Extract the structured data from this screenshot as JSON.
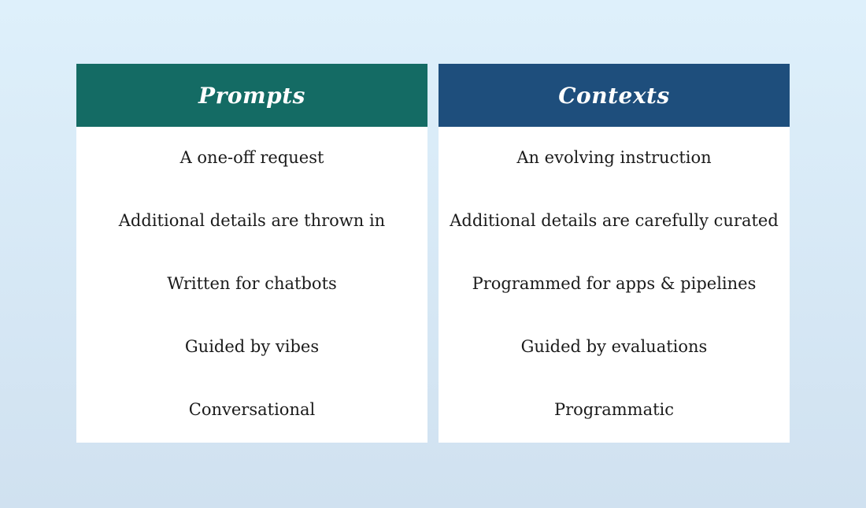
{
  "background": {
    "gradient_top": "#def0fb",
    "gradient_bottom": "#d0e1f0"
  },
  "table": {
    "header_text_color": "#ffffff",
    "body_text_color": "#1b1b1b",
    "body_background": "#ffffff",
    "columns": [
      {
        "title": "Prompts",
        "header_color": "#146b64",
        "items": [
          "A one-off request",
          "Additional details are thrown in",
          "Written for chatbots",
          "Guided by vibes",
          "Conversational"
        ]
      },
      {
        "title": "Contexts",
        "header_color": "#1e4e7c",
        "items": [
          "An evolving instruction",
          "Additional details are carefully curated",
          "Programmed for apps & pipelines",
          "Guided by evaluations",
          "Programmatic"
        ]
      }
    ]
  }
}
